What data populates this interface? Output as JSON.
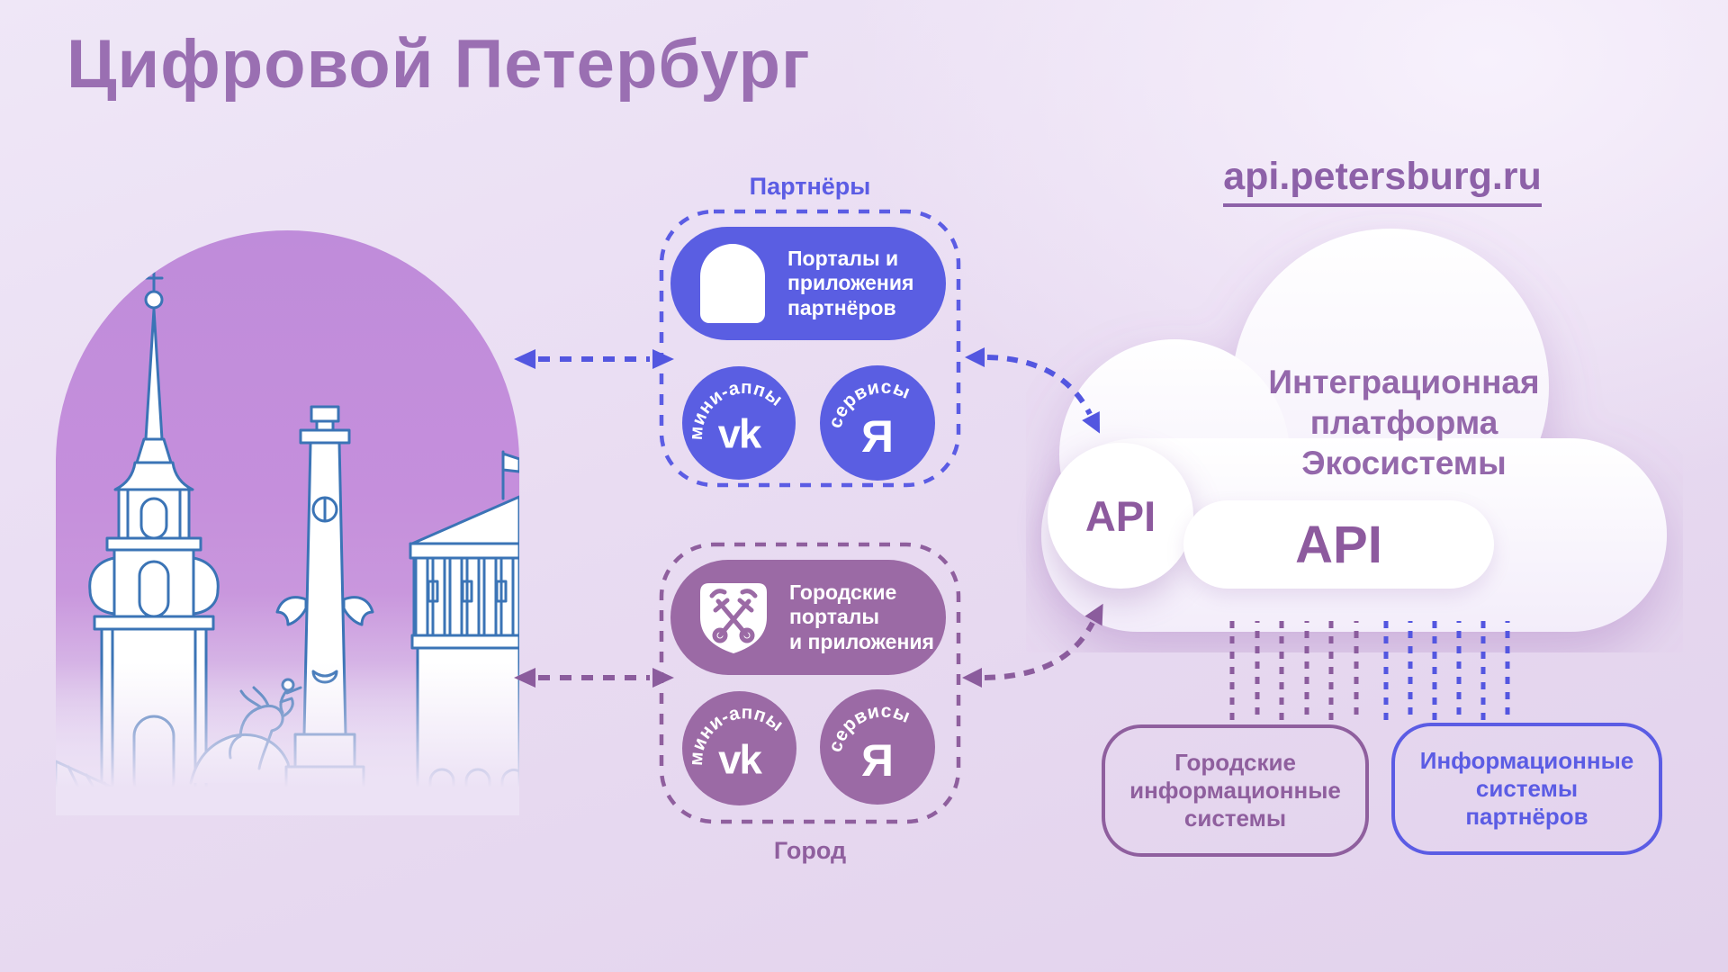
{
  "header": {
    "title": "Цифровой Петербург",
    "link": "api.petersburg.ru"
  },
  "partners": {
    "label": "Партнёры",
    "pill_lines": [
      "Порталы и",
      "приложения",
      "партнёров"
    ],
    "mini_apps": {
      "arc": "мини-аппы",
      "logo": "vk"
    },
    "services": {
      "arc": "сервисы",
      "logo": "Я"
    }
  },
  "city": {
    "label": "Город",
    "pill_lines": [
      "Городские",
      "порталы",
      "и приложения"
    ],
    "mini_apps": {
      "arc": "мини-аппы",
      "logo": "vk"
    },
    "services": {
      "arc": "сервисы",
      "logo": "Я"
    }
  },
  "cloud": {
    "title_lines": [
      "Интеграционная",
      "платформа",
      "Экосистемы"
    ],
    "api_circle_label": "API",
    "api_pill_label": "API"
  },
  "systems": {
    "city_box_lines": [
      "Городские",
      "информационные",
      "системы"
    ],
    "partner_box_lines": [
      "Информационные",
      "системы",
      "партнёров"
    ]
  },
  "colors": {
    "accent_blue": "#5b5ce4",
    "accent_purple": "#8f5f9e",
    "pill_blue": "#5a5ee2",
    "pill_purple": "#9b6aa5",
    "title_purple": "#9a6fb2",
    "link_purple": "#8d61a8",
    "cloud_text_purple": "#9468ab",
    "api_purple": "#8d5a9e",
    "arrow_blue": "#5356e0",
    "arrow_purple": "#8b5c9d",
    "art_line_blue": "#3b74b6",
    "arch_purple": "#c58fdc"
  }
}
